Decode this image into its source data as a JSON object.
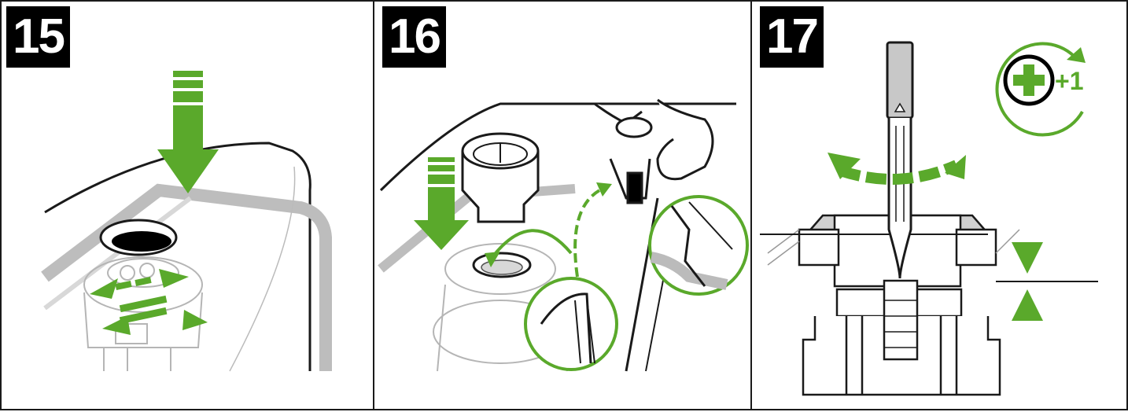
{
  "steps": [
    {
      "number": "15"
    },
    {
      "number": "16"
    },
    {
      "number": "17",
      "adjust_label": "+1"
    }
  ],
  "colors": {
    "accent_green": "#5aa92b",
    "outline": "#1a1a1a",
    "gray_fill": "#c8c8c8",
    "badge_bg": "#000000"
  }
}
